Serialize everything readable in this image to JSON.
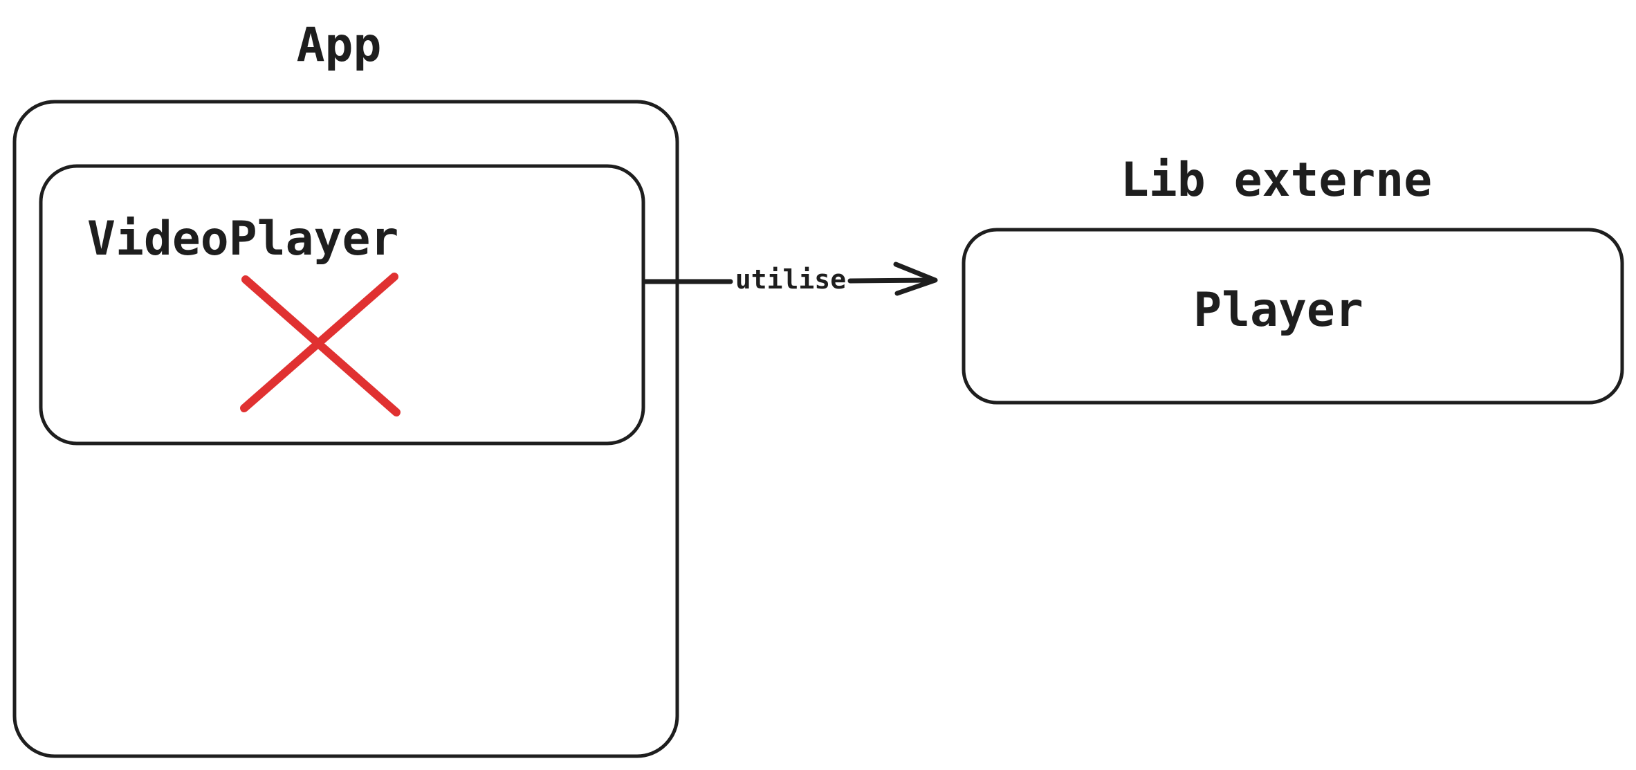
{
  "colors": {
    "ink": "#1e1e1e",
    "cross": "#e03131",
    "background": "#ffffff"
  },
  "app": {
    "title": "App",
    "videoplayer_label": "VideoPlayer"
  },
  "arrow": {
    "label": "utilise"
  },
  "lib": {
    "title": "Lib externe",
    "player_label": "Player"
  }
}
